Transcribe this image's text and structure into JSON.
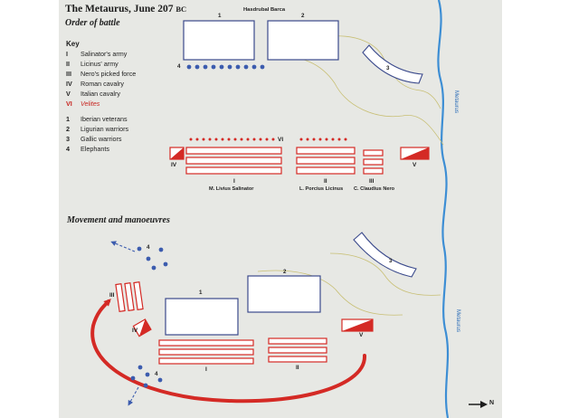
{
  "title": {
    "main": "The Metaurus, June 207",
    "era": "BC"
  },
  "sections": {
    "order": "Order of battle",
    "movement": "Movement and manoeuvres"
  },
  "key": {
    "heading": "Key",
    "roman": [
      {
        "code": "I",
        "label": "Salinator's army"
      },
      {
        "code": "II",
        "label": "Licinus' army"
      },
      {
        "code": "III",
        "label": "Nero's picked force"
      },
      {
        "code": "IV",
        "label": "Roman cavalry"
      },
      {
        "code": "V",
        "label": "Italian cavalry"
      },
      {
        "code": "VI",
        "label": "Velites"
      }
    ],
    "carthaginian": [
      {
        "code": "1",
        "label": "Iberian veterans"
      },
      {
        "code": "2",
        "label": "Ligurian warriors"
      },
      {
        "code": "3",
        "label": "Gallic warriors"
      },
      {
        "code": "4",
        "label": "Elephants"
      }
    ]
  },
  "labels": {
    "hasdrubal": "Hasdrubal Barca",
    "river": "Metaurus",
    "north": "N",
    "u1": "1",
    "u2": "2",
    "u3": "3",
    "u4": "4",
    "rI": "I",
    "rII": "II",
    "rIII": "III",
    "rIV": "IV",
    "rV": "V",
    "rVI": "VI",
    "leader_I": "M. Livius Salinator",
    "leader_II": "L. Porcius Licinus",
    "leader_III": "C. Claudius Nero"
  },
  "colors": {
    "panel": "#e7e8e4",
    "roman": "#d42a25",
    "carthage_fill": "#ffffff",
    "carthage_stroke": "#3b4a8c",
    "elephant": "#3c5cae",
    "river": "#3d8ed4",
    "path_yellow": "#c8bf74"
  }
}
